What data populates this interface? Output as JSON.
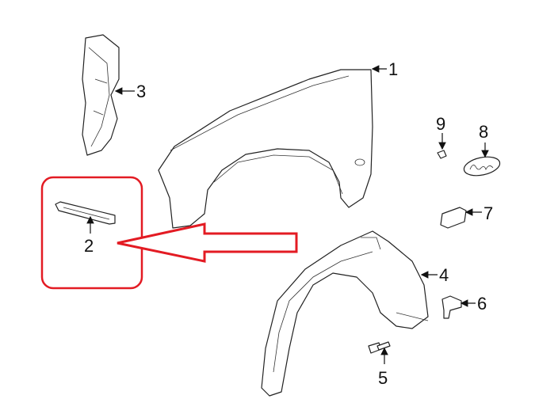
{
  "diagram": {
    "callouts": [
      {
        "id": "1",
        "label": "1"
      },
      {
        "id": "2",
        "label": "2"
      },
      {
        "id": "3",
        "label": "3"
      },
      {
        "id": "4",
        "label": "4"
      },
      {
        "id": "5",
        "label": "5"
      },
      {
        "id": "6",
        "label": "6"
      },
      {
        "id": "7",
        "label": "7"
      },
      {
        "id": "8",
        "label": "8"
      },
      {
        "id": "9",
        "label": "9"
      }
    ],
    "highlight_color": "#e31b23"
  }
}
